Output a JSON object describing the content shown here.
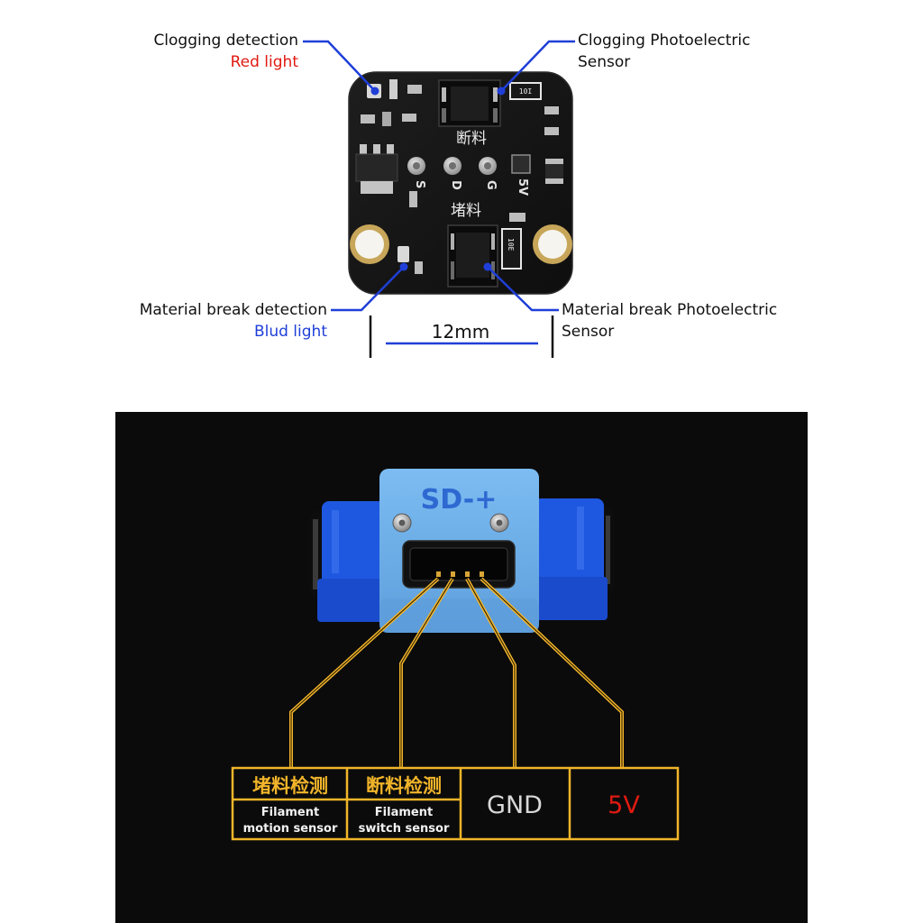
{
  "colors": {
    "annotation_blue": "#1f3fd8",
    "red": "#e01a12",
    "gold": "#f2b52a",
    "pcb": "#151515",
    "housing_light": "#6eb2ec",
    "housing_dark": "#1f58e0",
    "background": "#0b0b0b"
  },
  "top_annotations": {
    "clogging_detection": {
      "label": "Clogging detection",
      "light": "Red light"
    },
    "clogging_sensor": {
      "line1": "Clogging Photoelectric",
      "line2": "Sensor"
    },
    "break_detection": {
      "label": "Material break detection",
      "light": "Blud light"
    },
    "break_sensor": {
      "line1": "Material break Photoelectric",
      "line2": "Sensor"
    },
    "dimension": "12mm"
  },
  "pcb": {
    "silkscreen_top": "断料",
    "silkscreen_bottom": "堵料",
    "pads": [
      "S",
      "D",
      "G",
      "5V"
    ],
    "resistor_top": "10I",
    "resistor_bottom": "10E"
  },
  "housing": {
    "marking": "SD-+"
  },
  "pinout": [
    {
      "cn": "堵料检测",
      "en_line1": "Filament",
      "en_line2": "motion sensor"
    },
    {
      "cn": "断料检测",
      "en_line1": "Filament",
      "en_line2": "switch sensor"
    },
    {
      "label": "GND"
    },
    {
      "label": "5V"
    }
  ]
}
